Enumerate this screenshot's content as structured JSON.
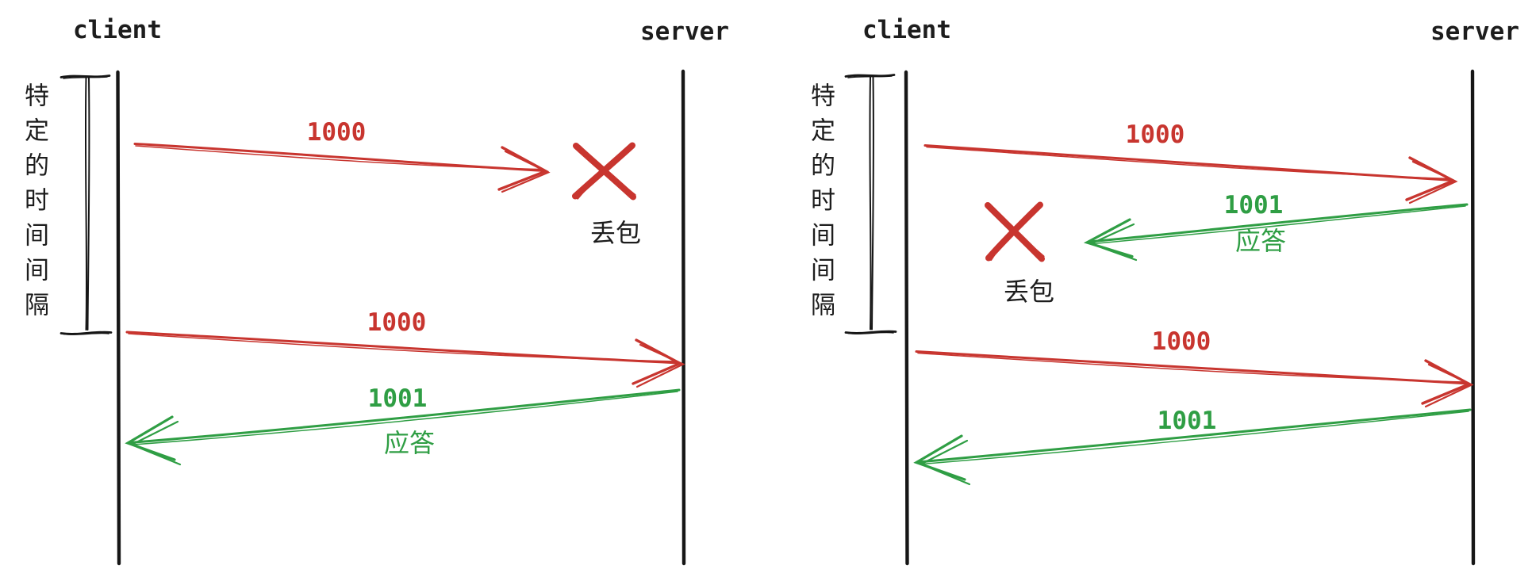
{
  "colors": {
    "red": "#c8352f",
    "green": "#2f9e44",
    "line_black": "#161616"
  },
  "left_panel": {
    "client_label": "client",
    "server_label": "server",
    "interval_label": "特定的时间间隔",
    "seq_first": "1000",
    "drop_label": "丢包",
    "seq_retrans": "1000",
    "ack_seq": "1001",
    "ack_label": "应答"
  },
  "right_panel": {
    "client_label": "client",
    "server_label": "server",
    "interval_label": "特定的时间间隔",
    "seq_first": "1000",
    "ack_first_seq": "1001",
    "ack_first_label": "应答",
    "drop_label": "丢包",
    "seq_retrans": "1000",
    "ack_retrans_seq": "1001"
  }
}
